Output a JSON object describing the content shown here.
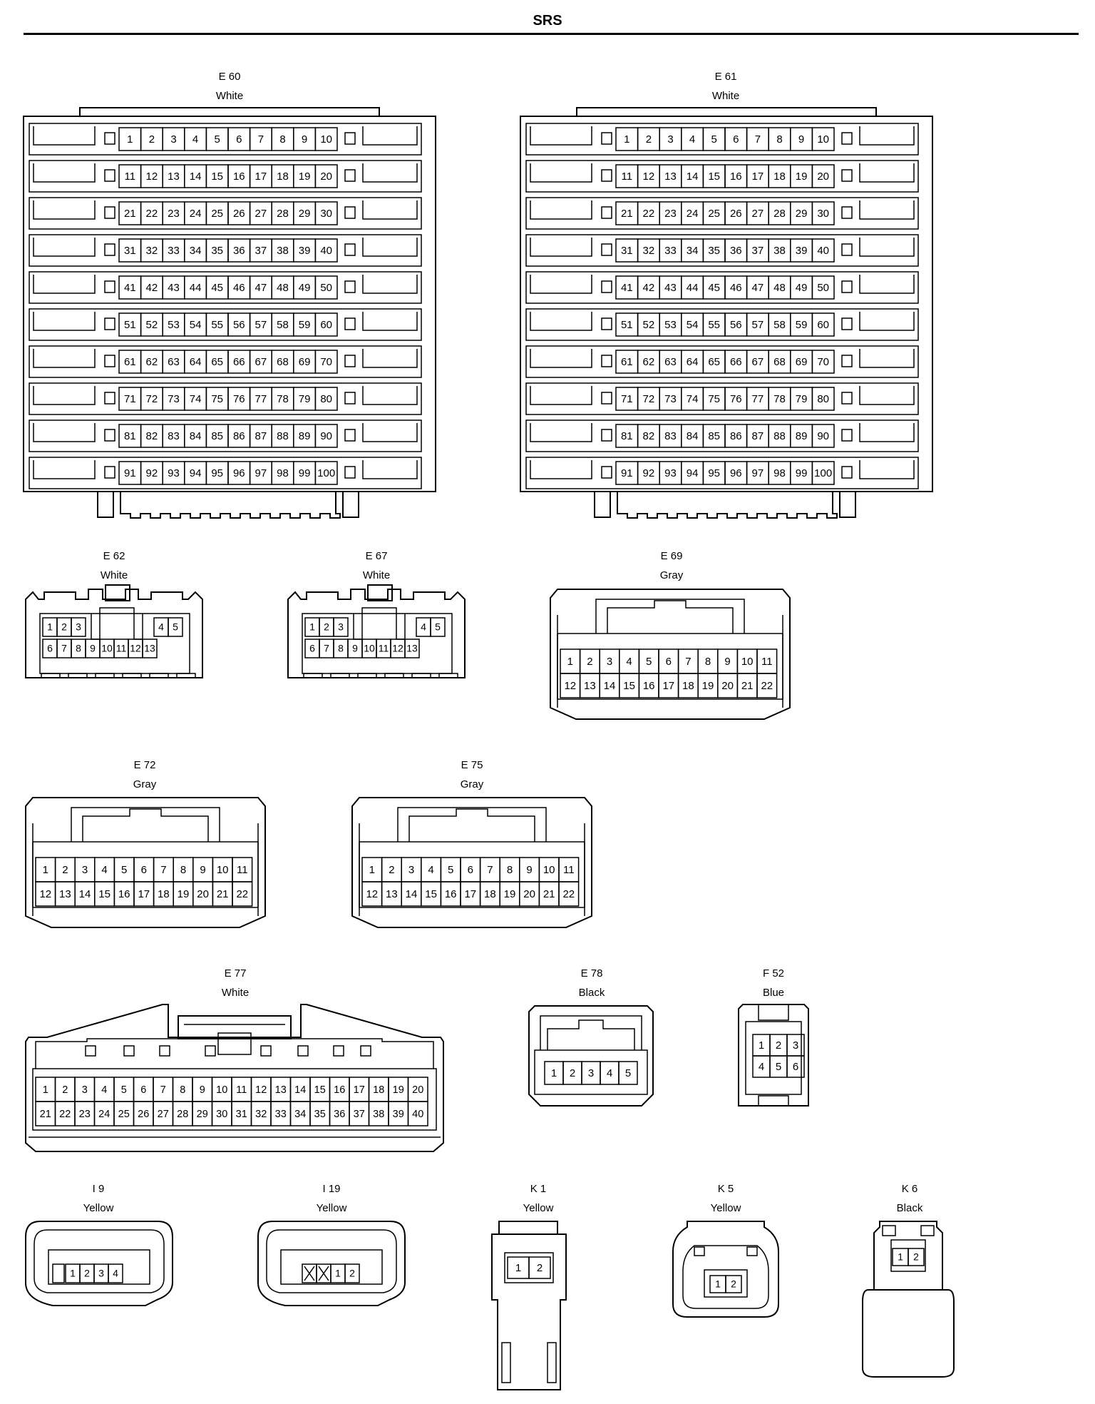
{
  "page": {
    "title": "SRS"
  },
  "connectors": [
    {
      "id": "E 60",
      "color": "White",
      "pins": "1–100"
    },
    {
      "id": "E 61",
      "color": "White",
      "pins": "1–100"
    },
    {
      "id": "E 62",
      "color": "White",
      "pins": "1–13"
    },
    {
      "id": "E 67",
      "color": "White",
      "pins": "1–13"
    },
    {
      "id": "E 69",
      "color": "Gray",
      "pins": "1–22"
    },
    {
      "id": "E 72",
      "color": "Gray",
      "pins": "1–22"
    },
    {
      "id": "E 75",
      "color": "Gray",
      "pins": "1–22"
    },
    {
      "id": "E 77",
      "color": "White",
      "pins": "1–40"
    },
    {
      "id": "E 78",
      "color": "Black",
      "pins": "1–5"
    },
    {
      "id": "F 52",
      "color": "Blue",
      "pins": "1–6"
    },
    {
      "id": "I 9",
      "color": "Yellow",
      "pins": "1–4"
    },
    {
      "id": "I 19",
      "color": "Yellow",
      "pins": "1–2"
    },
    {
      "id": "K 1",
      "color": "Yellow",
      "pins": "1–2"
    },
    {
      "id": "K 5",
      "color": "Yellow",
      "pins": "1–2"
    },
    {
      "id": "K 6",
      "color": "Black",
      "pins": "1–2"
    }
  ]
}
